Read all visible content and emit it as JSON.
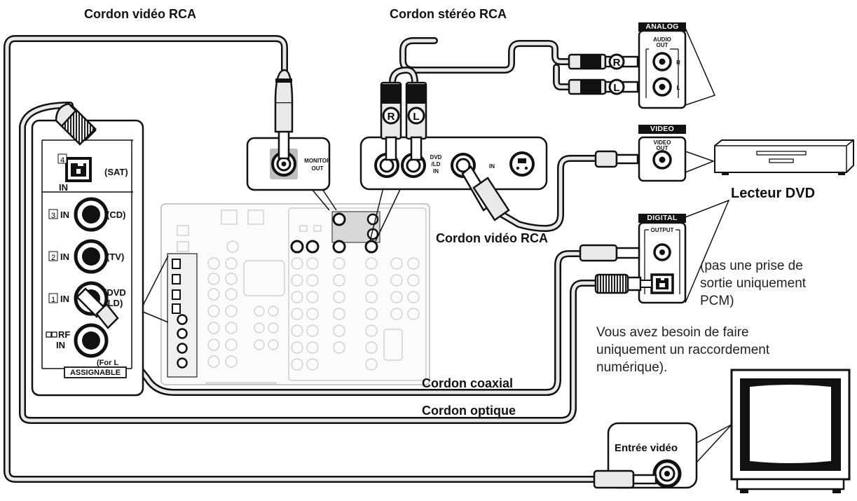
{
  "cables": {
    "video_rca_top": "Cordon vidéo RCA",
    "stereo_rca": "Cordon stéréo RCA",
    "video_rca_mid": "Cordon vidéo RCA",
    "coaxial": "Cordon coaxial",
    "optical": "Cordon optique"
  },
  "dvd_player": {
    "label": "Lecteur DVD",
    "analog_tag": "ANALOG",
    "audio_out": [
      "AUDIO",
      "OUT"
    ],
    "channel_r": "R",
    "channel_l": "L",
    "video_tag": "VIDEO",
    "video_out": [
      "VIDEO",
      "OUT"
    ],
    "digital_tag": "DIGITAL",
    "output_label": "OUTPUT"
  },
  "receiver": {
    "monitor_out": [
      "MONITOR",
      "OUT"
    ],
    "dvd_ld_in": [
      "DVD",
      "/LD",
      "IN"
    ],
    "in_label": "IN",
    "plug_r": "R",
    "plug_l": "L"
  },
  "digital_inputs": {
    "rows": [
      {
        "num": "4",
        "in": "IN",
        "source": "(SAT)"
      },
      {
        "num": "3",
        "in": "IN",
        "source": "(CD)"
      },
      {
        "num": "2",
        "in": "IN",
        "source": "(TV)"
      },
      {
        "num": "1",
        "in": "IN",
        "source": "(DVD",
        "source2": "/LD)"
      }
    ],
    "rf_in": [
      "RF",
      "IN"
    ],
    "for_ld": "(For L",
    "assignable": "ASSIGNABLE"
  },
  "tv": {
    "video_in": "Entrée vidéo"
  },
  "notes": {
    "not_pcm": [
      "(pas une prise de",
      "sortie uniquement",
      "PCM)"
    ],
    "digital_only": [
      "Vous avez besoin de faire",
      "uniquement un raccordement",
      "numérique)."
    ]
  }
}
